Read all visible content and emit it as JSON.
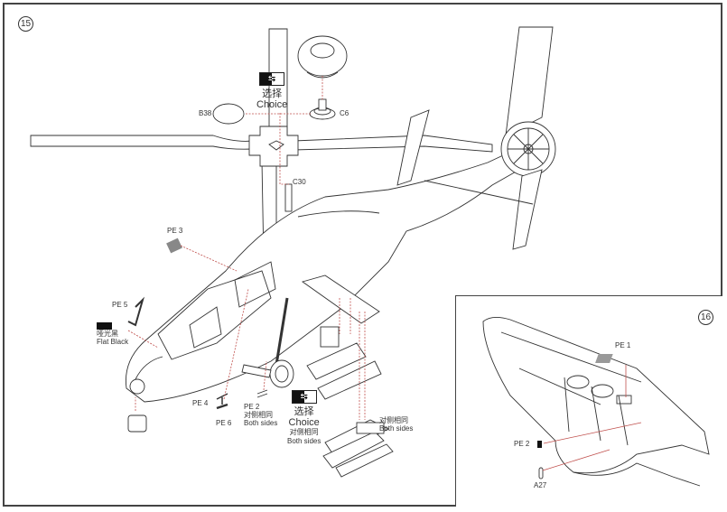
{
  "steps": {
    "main": "15",
    "inset": "16"
  },
  "choice_main": {
    "icon": "swap-choice-icon",
    "cn": "选择",
    "en": "Choice"
  },
  "choice_lower": {
    "icon": "swap-choice-icon",
    "cn": "选择",
    "en": "Choice",
    "note_cn": "对侧相同",
    "note_en": "Both sides"
  },
  "parts": {
    "b38": "B38",
    "c6": "C6",
    "c30": "C30",
    "pe3": "PE 3",
    "pe5": "PE 5",
    "pe4": "PE 4",
    "pe6": "PE 6",
    "pe2_main": "PE 2",
    "pe2_main_cn": "对侧相同",
    "pe2_main_en": "Both sides",
    "rocket_cn": "对侧相同",
    "rocket_en": "Both sides",
    "pe1": "PE 1",
    "pe2_inset": "PE 2",
    "a27": "A27"
  },
  "paint": {
    "code": "",
    "cn": "哑光黑",
    "en": "Flat Black",
    "color": "#111111"
  },
  "colors": {
    "line": "#333333",
    "leader": "#c0504d",
    "border": "#444444"
  }
}
